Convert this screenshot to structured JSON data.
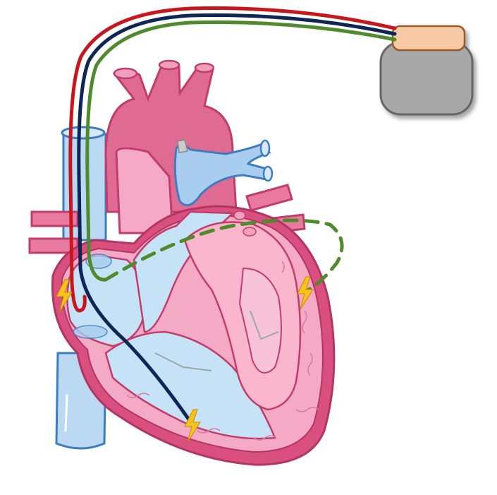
{
  "diagram": {
    "subject": "heart-with-pacemaker",
    "colors": {
      "background": "#ffffff",
      "heart_outer": "#d94f7d",
      "heart_fill": "#e87aa0",
      "heart_light": "#f5a9c4",
      "heart_inner": "#f9c6d8",
      "vessel_blue": "#a9cdee",
      "vessel_blue_stroke": "#3e7cc0",
      "chamber_blue": "#c6e2f7",
      "pacemaker_body": "#a8a8a8",
      "pacemaker_header": "#f7c9a4",
      "lead_red": "#c8161d",
      "lead_navy": "#0d2657",
      "lead_green": "#4f8a2c",
      "spark": "#f6c21b"
    },
    "leads": [
      {
        "name": "right-atrial-lead",
        "color": "#c8161d"
      },
      {
        "name": "right-ventricular-lead",
        "color": "#0d2657"
      },
      {
        "name": "left-ventricular-lead",
        "color": "#4f8a2c"
      }
    ],
    "icons": [
      "pacemaker-icon",
      "lightning-icon"
    ]
  }
}
